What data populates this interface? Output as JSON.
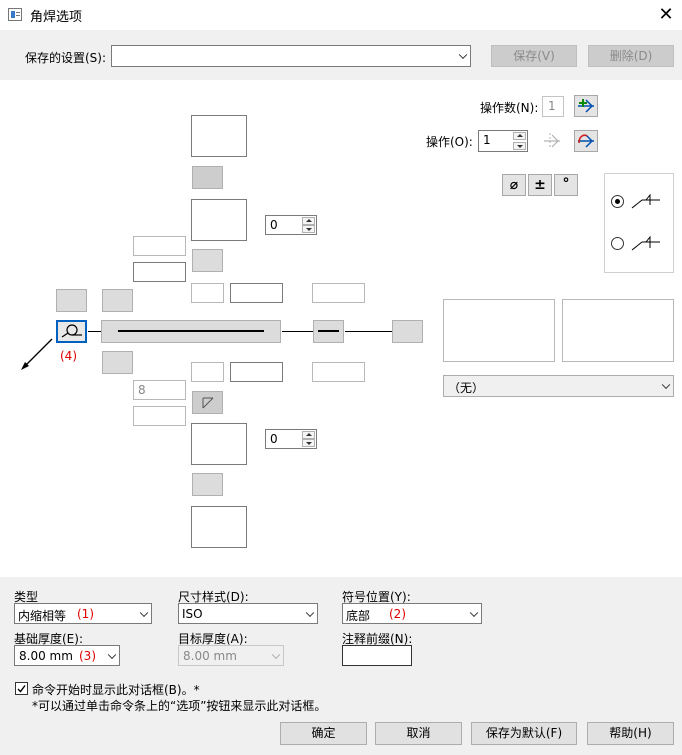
{
  "window": {
    "title": "角焊选项",
    "close_glyph": "✕"
  },
  "saved": {
    "label": "保存的设置(S):",
    "value": "",
    "save_label": "保存(V)",
    "delete_label": "删除(D)"
  },
  "ops": {
    "count_label": "操作数(N):",
    "count_value": "1",
    "op_label": "操作(O):",
    "op_value": "1"
  },
  "symbols": {
    "diameter": "⌀",
    "plusminus": "±",
    "degree": "°"
  },
  "diagram": {
    "spin_upper": "0",
    "spin_lower": "0",
    "field_8": "8",
    "annotation": "(4)"
  },
  "right_combo": {
    "value": "（无）"
  },
  "bottom": {
    "type_label": "类型",
    "type_value": "内缩相等",
    "type_note": "(1)",
    "dim_style_label": "尺寸样式(D):",
    "dim_style_value": "ISO",
    "symbol_pos_label": "符号位置(Y):",
    "symbol_pos_value": "底部",
    "symbol_pos_note": "(2)",
    "base_thick_label": "基础厚度(E):",
    "base_thick_value": "8.00 mm",
    "base_thick_note": "(3)",
    "target_thick_label": "目标厚度(A):",
    "target_thick_value": "8.00 mm",
    "prefix_label": "注释前缀(N):",
    "prefix_value": "",
    "show_dialog_label": "命令开始时显示此对话框(B)。*",
    "hint": "*可以通过单击命令条上的“选项”按钮来显示此对话框。"
  },
  "buttons": {
    "ok": "确定",
    "cancel": "取消",
    "save_default": "保存为默认(F)",
    "help": "帮助(H)"
  },
  "colors": {
    "accent_blue": "#0060c0",
    "annotation_red": "#e00000"
  }
}
